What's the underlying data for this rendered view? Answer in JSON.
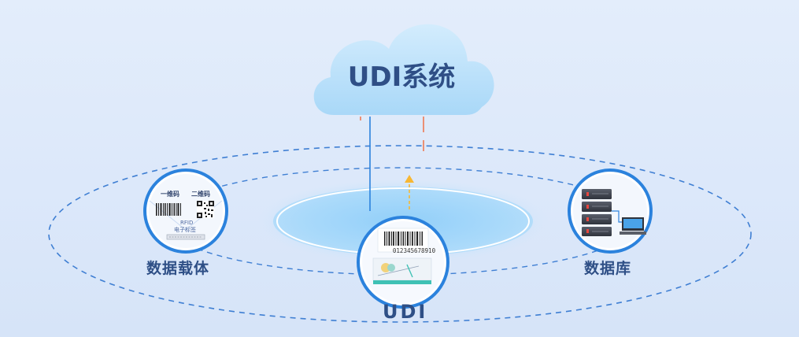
{
  "cloud": {
    "title": "UDI系统"
  },
  "nodes": {
    "data_carrier": {
      "label": "数据载体",
      "linear_code": "一维码",
      "qr_code": "二维码",
      "rfid": "RFID",
      "electronic_tag": "电子标签"
    },
    "udi": {
      "label": "UDI",
      "barcode_number": "012345678910"
    },
    "database": {
      "label": "数据库"
    }
  },
  "colors": {
    "accent_blue": "#2b82dd",
    "cloud": "#bfe2fb",
    "text_dark": "#2e4f86",
    "link_orange": "#f06a3c",
    "arrow_yellow": "#f7b733"
  }
}
